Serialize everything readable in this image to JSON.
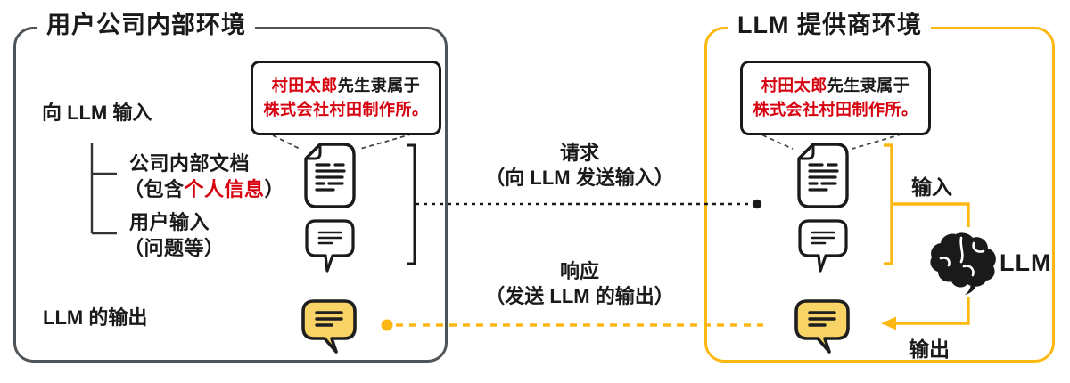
{
  "left_box": {
    "title": "用户公司内部环境",
    "input_heading": "向 LLM 输入",
    "doc_item": {
      "line1": "公司内部文档",
      "line2_prefix": "（包含",
      "line2_red": "个人信息",
      "line2_suffix": "）"
    },
    "user_item": {
      "line1": "用户输入",
      "line2": "（问题等）"
    },
    "output_heading": "LLM 的输出"
  },
  "person_note": {
    "line1_red": "村田太郎",
    "line1_black": "先生隶属于",
    "line2_red": "株式会社村田制作所。"
  },
  "flows": {
    "request": {
      "title": "请求",
      "subtitle": "（向 LLM 发送输入）"
    },
    "response": {
      "title": "响应",
      "subtitle": "（发送 LLM 的输出）"
    }
  },
  "right_box": {
    "title": "LLM 提供商环境",
    "input_label": "输入",
    "output_label": "输出",
    "llm_label": "LLM"
  },
  "colors": {
    "accent_yellow": "#fdb713",
    "bubble_fill": "#f8d466",
    "alert_red": "#d7000f",
    "box_gray": "#4e5458",
    "ink": "#1a1a1a"
  }
}
